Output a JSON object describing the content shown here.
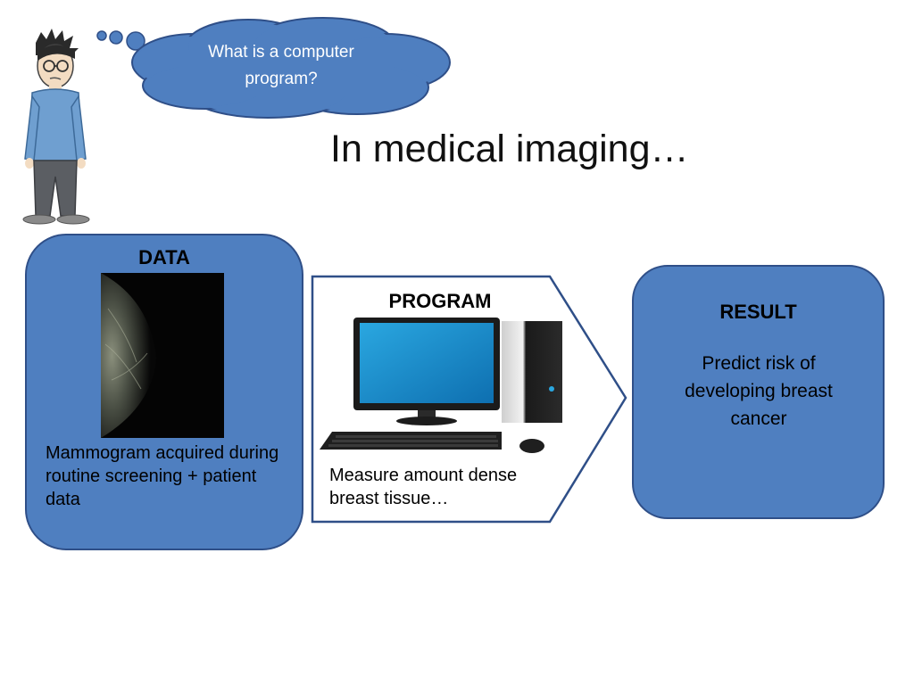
{
  "colors": {
    "box_fill": "#4f7fc0",
    "box_border": "#2f4f88",
    "cloud_text": "#ffffff"
  },
  "thought_bubble": {
    "text": "What is a computer program?"
  },
  "title": "In medical imaging…",
  "data_box": {
    "heading": "DATA",
    "description": "Mammogram acquired during routine screening + patient data",
    "image": "mammogram-image"
  },
  "program_box": {
    "heading": "PROGRAM",
    "description": "Measure amount dense breast tissue…",
    "image": "desktop-computer-icon"
  },
  "result_box": {
    "heading": "RESULT",
    "description": "Predict risk of developing breast cancer"
  }
}
